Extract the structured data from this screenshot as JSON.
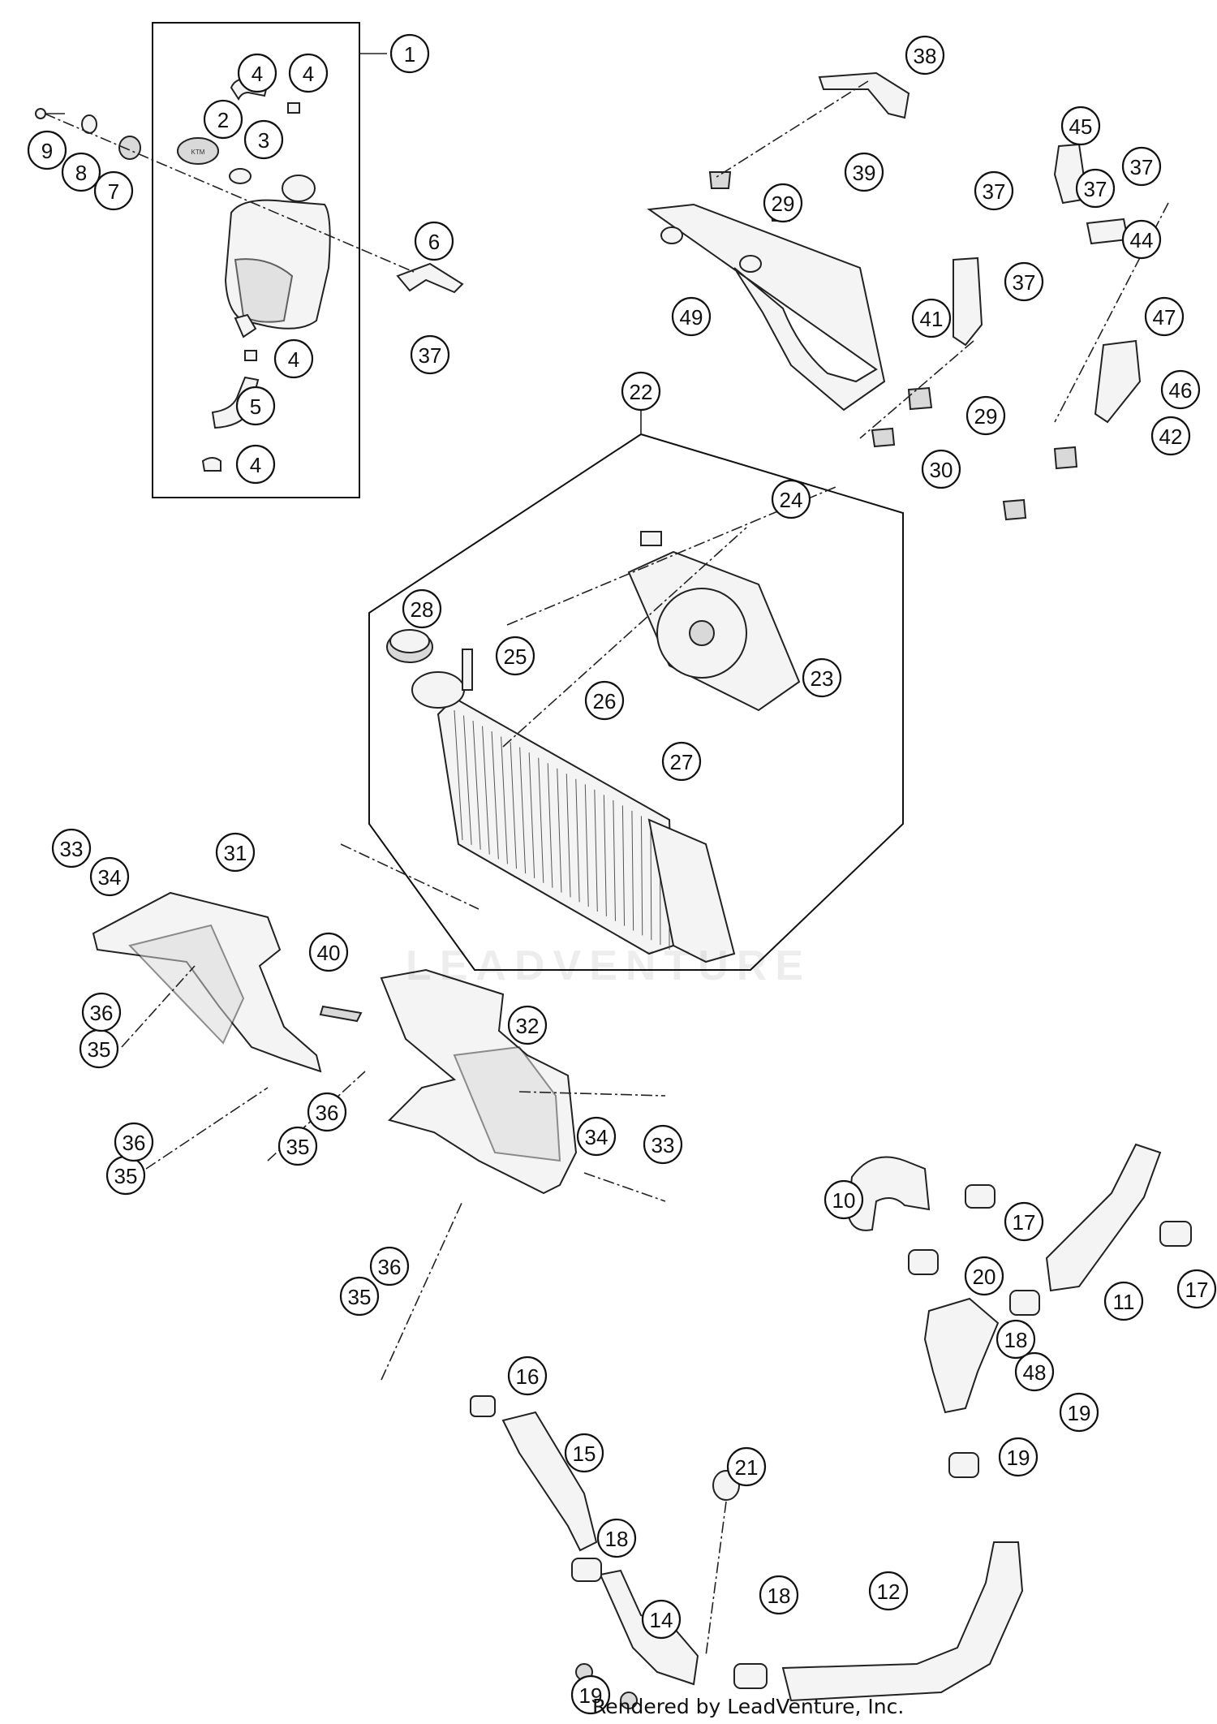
{
  "watermark": "LEADVENTURE",
  "credit": "Rendered by LeadVenture, Inc.",
  "callouts": [
    "1",
    "2",
    "3",
    "4",
    "4",
    "4",
    "4",
    "5",
    "6",
    "7",
    "8",
    "9",
    "10",
    "11",
    "12",
    "14",
    "15",
    "16",
    "17",
    "17",
    "18",
    "18",
    "18",
    "19",
    "19",
    "19",
    "20",
    "21",
    "22",
    "23",
    "24",
    "25",
    "26",
    "27",
    "28",
    "29",
    "29",
    "30",
    "31",
    "32",
    "33",
    "33",
    "34",
    "34",
    "35",
    "35",
    "35",
    "35",
    "36",
    "36",
    "36",
    "36",
    "37",
    "37",
    "37",
    "37",
    "37",
    "38",
    "39",
    "40",
    "41",
    "42",
    "44",
    "45",
    "46",
    "47",
    "48",
    "49"
  ]
}
